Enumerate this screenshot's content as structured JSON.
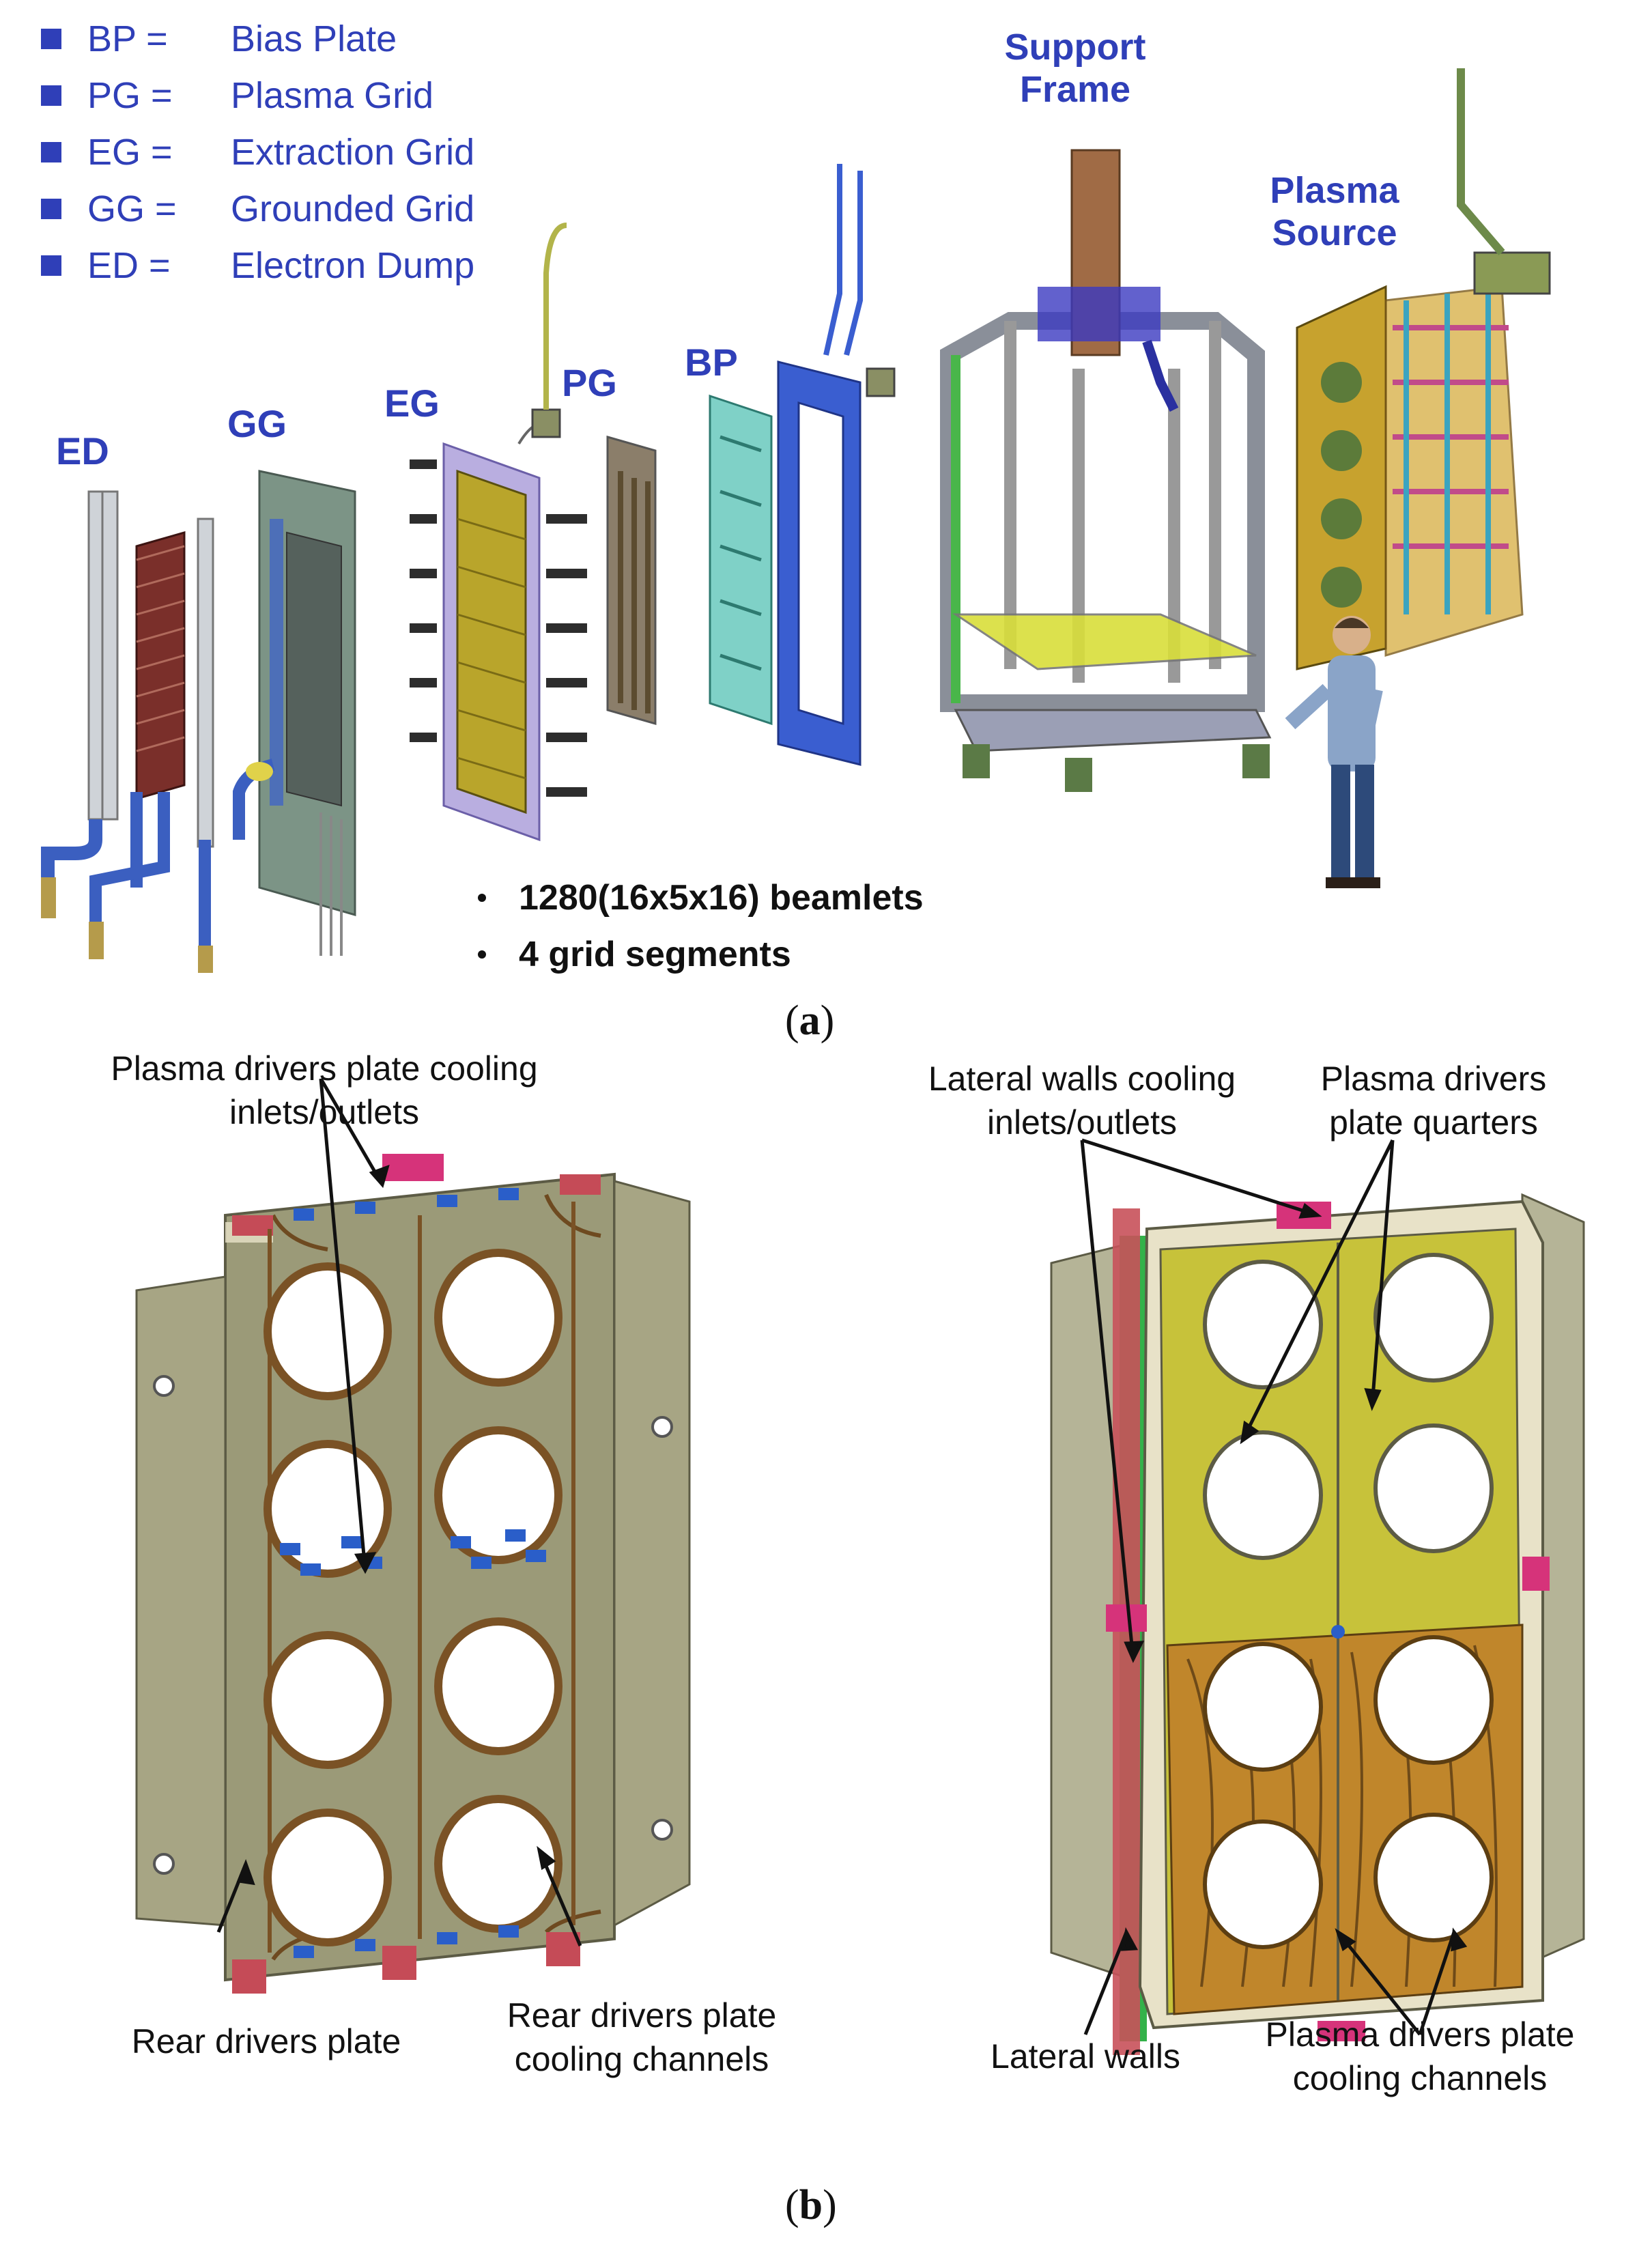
{
  "legend": [
    {
      "abbr": "BP =",
      "name": "Bias Plate"
    },
    {
      "abbr": "PG =",
      "name": "Plasma Grid"
    },
    {
      "abbr": "EG =",
      "name": "Extraction Grid"
    },
    {
      "abbr": "GG =",
      "name": "Grounded Grid"
    },
    {
      "abbr": "ED =",
      "name": "Electron Dump"
    }
  ],
  "components": {
    "ed": "ED",
    "gg": "GG",
    "eg": "EG",
    "pg": "PG",
    "bp": "BP",
    "support_frame": "Support\nFrame",
    "plasma_source": "Plasma\nSource"
  },
  "bullets": [
    "1280(16x5x16) beamlets",
    "4 grid segments"
  ],
  "panel_a": {
    "open": "(",
    "letter": "a",
    "close": ")"
  },
  "panel_b": {
    "open": "(",
    "letter": "b",
    "close": ")"
  },
  "callouts_left": {
    "inlets": "Plasma drivers plate cooling\ninlets/outlets",
    "rear_plate": "Rear drivers plate",
    "rear_channels": "Rear drivers plate\ncooling channels"
  },
  "callouts_right": {
    "lateral_inlets": "Lateral walls cooling\ninlets/outlets",
    "quarters": "Plasma drivers\nplate quarters",
    "lateral_walls": "Lateral walls",
    "plasma_channels": "Plasma drivers plate\ncooling channels"
  },
  "colors": {
    "label_blue": "#2f3fb8",
    "plate_olive": "#9b9a78",
    "plate_yellow": "#c7c23a",
    "copper_channels": "#c0862b",
    "connector_magenta": "#d6337a",
    "wall_green": "#33b24a",
    "fitting_blue": "#2a5ec9"
  }
}
